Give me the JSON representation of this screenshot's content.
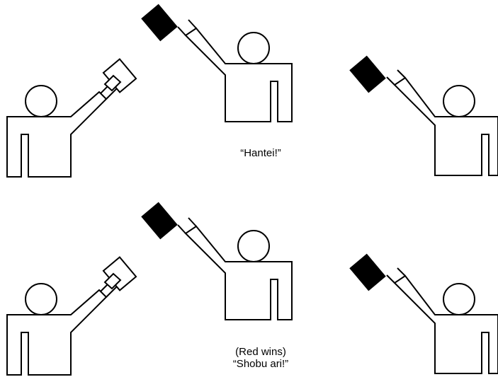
{
  "captions": {
    "top": "“Hantei!”",
    "bottom_line1": "(Red wins)",
    "bottom_line2": "“Shobu ari!”"
  },
  "colors": {
    "red_flag_fill": "#000000",
    "white_flag_fill": "#ffffff",
    "outline": "#000000",
    "background": "#ffffff"
  }
}
